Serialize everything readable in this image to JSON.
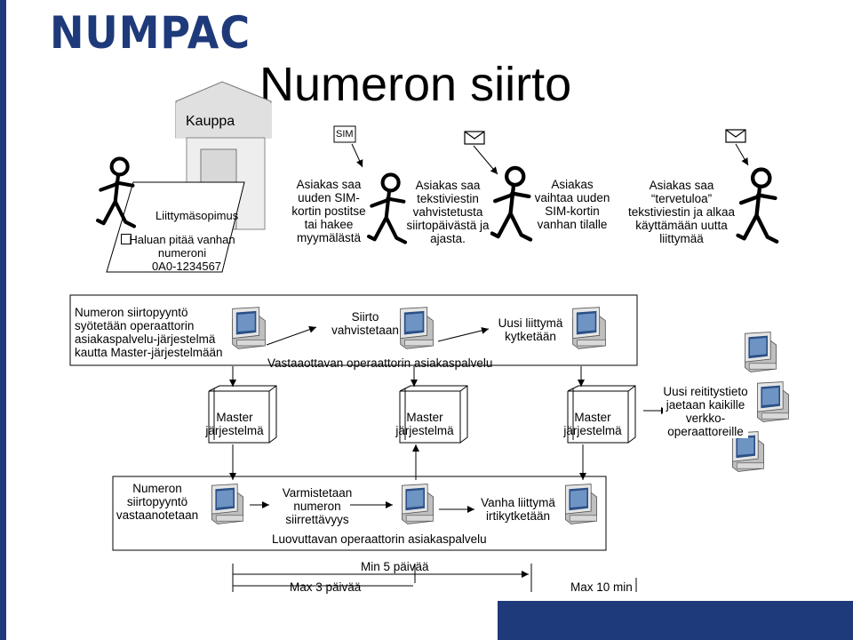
{
  "logo": "NUMPAC",
  "title": "Numeron siirto",
  "top": {
    "shop_label": "Kauppa",
    "sim_label": "SIM",
    "contract_label": "Liittymäsopimus",
    "keep_number": "Haluan pitää vanhan numeroni",
    "number": "0A0-1234567",
    "step1": "Asiakas saa uuden SIM-kortin postitse tai hakee myymälästä",
    "step2": "Asiakas saa tekstiviestin vahvistetusta siirtopäivästä ja ajasta.",
    "step3": "Asiakas vaihtaa uuden SIM-kortin vanhan tilalle",
    "step4": "Asiakas saa “tervetuloa” tekstiviestin ja alkaa käyttämään uutta liittymää"
  },
  "middle": {
    "request_text": "Numeron siirtopyyntö syötetään operaattorin asiakaspalvelu-järjestelmä kautta Master-järjestelmään",
    "confirm_text": "Siirto vahvistetaan",
    "receiving_label": "Vastaaottavan operaattorin asiakaspalvelu",
    "connect_text": "Uusi liittymä kytketään",
    "master1": "Master järjestelmä",
    "master2": "Master järjestelmä",
    "master3": "Master järjestelmä",
    "routing_text": "Uusi reititystieto jaetaan kaikille verkko-operaattoreille"
  },
  "bottom": {
    "received_text": "Numeron siirtopyyntö vastaanotetaan",
    "verify_text": "Varmistetaan numeron siirrettävyys",
    "disconnect_text": "Vanha liittymä irtikytketään",
    "donor_label": "Luovuttavan operaattorin asiakaspalvelu"
  },
  "timeline": {
    "min": "Min 5 päivää",
    "max3": "Max 3 päivää",
    "max10": "Max 10 min"
  },
  "colors": {
    "brand": "#1f3a7a"
  }
}
